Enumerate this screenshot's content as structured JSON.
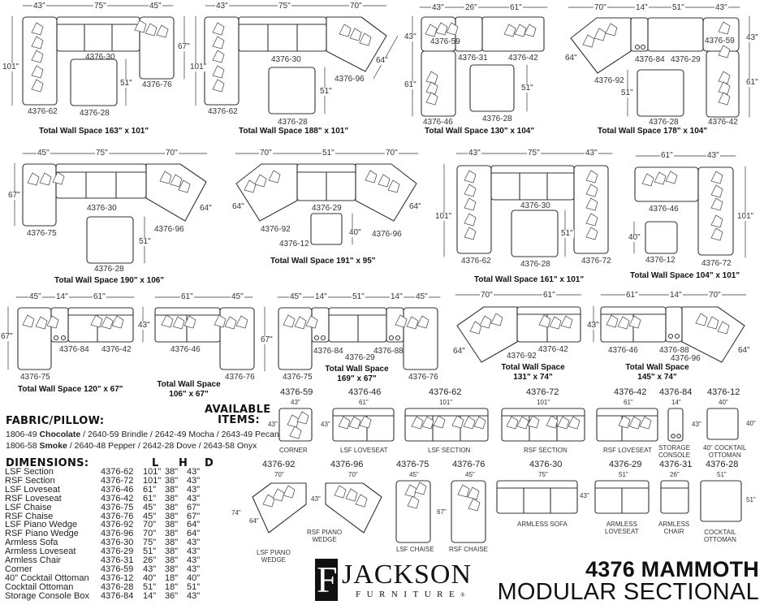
{
  "configurations": [
    {
      "id": "cfg1",
      "widths": [
        "43\"",
        "75\"",
        "45\""
      ],
      "heights": [
        "101\"",
        "67\"",
        "101\"",
        "51\""
      ],
      "pieces": [
        "4376-62",
        "4376-30",
        "4376-76",
        "4376-28"
      ],
      "total": "Total Wall Space 163\" x 101\""
    },
    {
      "id": "cfg2",
      "widths": [
        "43\"",
        "75\"",
        "70\""
      ],
      "heights": [
        "101\"",
        "51\"",
        "64\""
      ],
      "pieces": [
        "4376-62",
        "4376-30",
        "4376-96",
        "4376-28"
      ],
      "total": "Total Wall Space 188\" x 101\""
    },
    {
      "id": "cfg3",
      "widths": [
        "43\"",
        "26\"",
        "61\""
      ],
      "heights": [
        "43\"",
        "61\"",
        "51\""
      ],
      "pieces": [
        "4376-59",
        "4376-31",
        "4376-42",
        "4376-46",
        "4376-28"
      ],
      "total": "Total Wall Space 130\" x 104\""
    },
    {
      "id": "cfg4",
      "widths": [
        "70\"",
        "14\"",
        "51\"",
        "43\""
      ],
      "heights": [
        "64\"",
        "51\"",
        "43\"",
        "61\""
      ],
      "pieces": [
        "4376-92",
        "4376-84",
        "4376-29",
        "4376-59",
        "4376-42",
        "4376-28"
      ],
      "total": "Total Wall Space 178\" x 104\""
    },
    {
      "id": "cfg5",
      "widths": [
        "45\"",
        "75\"",
        "70\""
      ],
      "heights": [
        "67\"",
        "51\"",
        "64\""
      ],
      "pieces": [
        "4376-75",
        "4376-30",
        "4376-96",
        "4376-28"
      ],
      "total": "Total Wall Space 190\" x 106\""
    },
    {
      "id": "cfg6",
      "widths": [
        "70\"",
        "51\"",
        "70\""
      ],
      "heights": [
        "64\"",
        "40\"",
        "64\""
      ],
      "pieces": [
        "4376-92",
        "4376-29",
        "4376-96",
        "4376-12"
      ],
      "total": "Total Wall Space 191\" x 95\""
    },
    {
      "id": "cfg7",
      "widths": [
        "43\"",
        "75\"",
        "43\""
      ],
      "heights": [
        "101\"",
        "51\""
      ],
      "pieces": [
        "4376-62",
        "4376-30",
        "4376-72",
        "4376-28"
      ],
      "total": "Total Wall Space 161\" x 101\""
    },
    {
      "id": "cfg8",
      "widths": [
        "61\"",
        "43\""
      ],
      "heights": [
        "40\"",
        "101\""
      ],
      "pieces": [
        "4376-46",
        "4376-72",
        "4376-12"
      ],
      "total": "Total Wall Space 104\" x 101\""
    },
    {
      "id": "cfg9",
      "widths": [
        "45\"",
        "14\"",
        "61\""
      ],
      "heights": [
        "67\""
      ],
      "pieces": [
        "4376-75",
        "4376-84",
        "4376-42"
      ],
      "total": "Total Wall Space 120\" x 67\""
    },
    {
      "id": "cfg10",
      "widths": [
        "61\"",
        "45\""
      ],
      "heights": [
        "43\"",
        "67\""
      ],
      "pieces": [
        "4376-46",
        "4376-76"
      ],
      "total_line1": "Total Wall Space",
      "total_line2": "106\" x 67\""
    },
    {
      "id": "cfg11",
      "widths": [
        "45\"",
        "14\"",
        "51\"",
        "14\"",
        "45\""
      ],
      "heights": [
        "67\""
      ],
      "pieces": [
        "4376-75",
        "4376-84",
        "4376-29",
        "4376-88",
        "4376-76"
      ],
      "total_line1": "Total Wall Space",
      "total_line2": "169\" x 67\""
    },
    {
      "id": "cfg12",
      "widths": [
        "70\"",
        "61\""
      ],
      "heights": [
        "64\""
      ],
      "pieces": [
        "4376-92",
        "4376-42"
      ],
      "total_line1": "Total Wall Space",
      "total_line2": "131\" x 74\""
    },
    {
      "id": "cfg13",
      "widths": [
        "61\"",
        "14\"",
        "70\""
      ],
      "heights": [
        "43\"",
        "64\""
      ],
      "pieces": [
        "4376-46",
        "4376-88",
        "4376-96"
      ],
      "total_line1": "Total Wall Space",
      "total_line2": "145\" x 74\""
    }
  ],
  "fabric": {
    "heading": "FABRIC/PILLOW:",
    "lines": [
      {
        "code": "1806-49",
        "name": "Chocolate",
        "rest": "/ 2640-59 Brindle / 2642-49 Mocha / 2643-49 Pecan"
      },
      {
        "code": "1806-58",
        "name": "Smoke",
        "rest": "/ 2640-48 Pepper / 2642-28 Dove / 2643-58 Onyx"
      }
    ]
  },
  "available_items": {
    "heading_line1": "AVAILABLE",
    "heading_line2": "ITEMS:",
    "items": [
      {
        "sku": "4376-59",
        "width": "43\"",
        "depth": "43\"",
        "caption": "CORNER"
      },
      {
        "sku": "4376-46",
        "width": "61\"",
        "depth": "43\"",
        "caption": "LSF LOVESEAT"
      },
      {
        "sku": "4376-62",
        "width": "101\"",
        "caption": "LSF SECTION"
      },
      {
        "sku": "4376-72",
        "width": "101\"",
        "caption": "RSF SECTION"
      },
      {
        "sku": "4376-42",
        "width": "61\"",
        "caption": "RSF LOVESEAT"
      },
      {
        "sku": "4376-84",
        "width": "14\"",
        "depth": "43\"",
        "caption_line1": "STORAGE",
        "caption_line2": "CONSOLE"
      },
      {
        "sku": "4376-12",
        "width": "40\"",
        "depth": "40\"",
        "caption_line1": "40\" COCKTAIL",
        "caption_line2": "OTTOMAN"
      },
      {
        "sku": "4376-92",
        "width": "70\"",
        "depth": "74\"",
        "diag": "64\"",
        "caption_line1": "LSF PIANO",
        "caption_line2": "WEDGE"
      },
      {
        "sku": "4376-96",
        "width": "70\"",
        "depth": "43\"",
        "caption_line1": "RSF PIANO",
        "caption_line2": "WEDGE"
      },
      {
        "sku": "4376-75",
        "width": "45\"",
        "depth": "67\"",
        "caption": "LSF CHAISE"
      },
      {
        "sku": "4376-76",
        "width": "45\"",
        "caption": "RSF CHAISE"
      },
      {
        "sku": "4376-30",
        "width": "75\"",
        "depth": "43\"",
        "caption": "ARMLESS SOFA"
      },
      {
        "sku": "4376-29",
        "width": "51\"",
        "caption_line1": "ARMLESS",
        "caption_line2": "LOVESEAT"
      },
      {
        "sku": "4376-31",
        "width": "26\"",
        "caption_line1": "ARMLESS",
        "caption_line2": "CHAIR"
      },
      {
        "sku": "4376-28",
        "width": "51\"",
        "depth": "51\"",
        "caption_line1": "COCKTAIL",
        "caption_line2": "OTTOMAN"
      }
    ]
  },
  "dimensions": {
    "heading": "DIMENSIONS:",
    "columns": [
      "L",
      "H",
      "D"
    ],
    "rows": [
      {
        "name": "LSF Section",
        "sku": "4376-62",
        "l": "101\"",
        "h": "38\"",
        "d": "43\""
      },
      {
        "name": "RSF Section",
        "sku": "4376-72",
        "l": "101\"",
        "h": "38\"",
        "d": "43\""
      },
      {
        "name": "LSF Loveseat",
        "sku": "4376-46",
        "l": "61\"",
        "h": "38\"",
        "d": "43\""
      },
      {
        "name": "RSF Loveseat",
        "sku": "4376-42",
        "l": "61\"",
        "h": "38\"",
        "d": "43\""
      },
      {
        "name": "LSF Chaise",
        "sku": "4376-75",
        "l": "45\"",
        "h": "38\"",
        "d": "67\""
      },
      {
        "name": "RSF Chaise",
        "sku": "4376-76",
        "l": "45\"",
        "h": "38\"",
        "d": "67\""
      },
      {
        "name": "LSF Piano Wedge",
        "sku": "4376-92",
        "l": "70\"",
        "h": "38\"",
        "d": "64\""
      },
      {
        "name": "RSF Piano Wedge",
        "sku": "4376-96",
        "l": "70\"",
        "h": "38\"",
        "d": "64\""
      },
      {
        "name": "Armless Sofa",
        "sku": "4376-30",
        "l": "75\"",
        "h": "38\"",
        "d": "43\""
      },
      {
        "name": "Armless Loveseat",
        "sku": "4376-29",
        "l": "51\"",
        "h": "38\"",
        "d": "43\""
      },
      {
        "name": "Armless Chair",
        "sku": "4376-31",
        "l": "26\"",
        "h": "38\"",
        "d": "43\""
      },
      {
        "name": "Corner",
        "sku": "4376-59",
        "l": "43\"",
        "h": "38\"",
        "d": "43\""
      },
      {
        "name": "40\" Cocktail Ottoman",
        "sku": "4376-12",
        "l": "40\"",
        "h": "18\"",
        "d": "40\""
      },
      {
        "name": "Cocktail Ottoman",
        "sku": "4376-28",
        "l": "51\"",
        "h": "18\"",
        "d": "51\""
      },
      {
        "name": "Storage Console Box",
        "sku": "4376-84",
        "l": "14\"",
        "h": "36\"",
        "d": "43\""
      }
    ]
  },
  "brand": {
    "logo_letter": "F",
    "name": "JACKSON",
    "sub": "FURNITURE",
    "registered": "®"
  },
  "title": {
    "line1": "4376 MAMMOTH",
    "line2": "MODULAR SECTIONAL"
  }
}
